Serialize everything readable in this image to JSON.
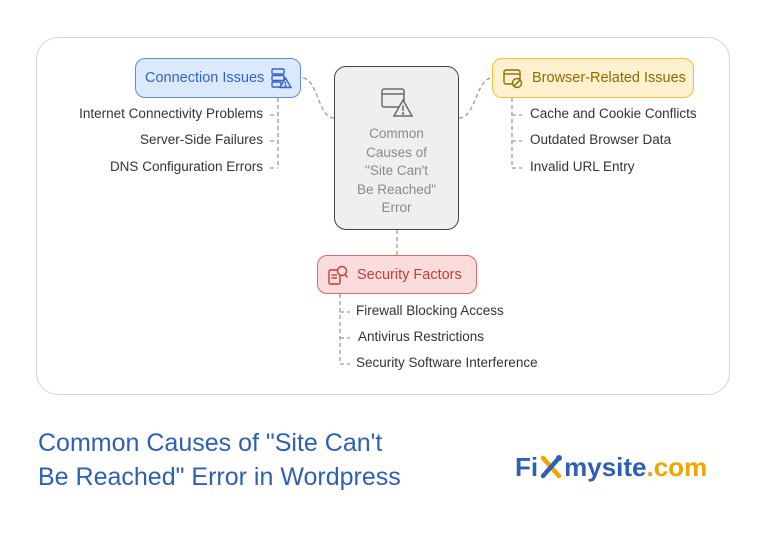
{
  "diagram": {
    "center": {
      "lines": [
        "Common",
        "Causes of",
        "\"Site Can't",
        "Be Reached\"",
        "Error"
      ],
      "icon": "browser-warning-icon"
    },
    "connection": {
      "label": "Connection Issues",
      "icon": "server-warning-icon",
      "items": [
        "Internet Connectivity Problems",
        "Server-Side Failures",
        "DNS Configuration Errors"
      ]
    },
    "browser": {
      "label": "Browser-Related Issues",
      "icon": "browser-block-icon",
      "items": [
        "Cache and Cookie Conflicts",
        "Outdated Browser Data",
        "Invalid URL Entry"
      ]
    },
    "security": {
      "label": "Security Factors",
      "icon": "security-scan-icon",
      "items": [
        "Firewall Blocking Access",
        "Antivirus Restrictions",
        "Security Software Interference"
      ]
    },
    "colors": {
      "connection": "#5a8ee6",
      "browser": "#f2c32f",
      "security": "#e46767",
      "center_border": "#444444"
    }
  },
  "footer": {
    "title_line1": "Common Causes of \"Site Can't",
    "title_line2": "Be Reached\" Error in Wordpress",
    "logo_part1": "Fi",
    "logo_part2": "mysite",
    "logo_part3": ".com",
    "logo_icon": "tools-x-icon"
  }
}
